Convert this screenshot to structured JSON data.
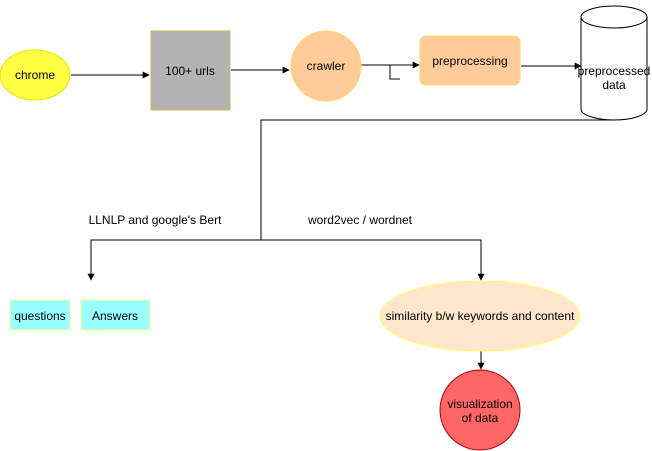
{
  "nodes": {
    "chrome": {
      "label": "chrome",
      "fill": "#ffff44",
      "stroke": "#e6e600"
    },
    "urls": {
      "label": "100+ urls",
      "fill": "#b3b3b3",
      "stroke": "#d6b656"
    },
    "crawler": {
      "label": "crawler",
      "fill": "#ffcc99",
      "stroke": "#ffd966"
    },
    "preprocessing": {
      "label": "preprocessing",
      "fill": "#ffcc99",
      "stroke": "#ffd966"
    },
    "preprocessed_data": {
      "label_line1": "preprocessed",
      "label_line2": "data",
      "fill": "#ffffff",
      "stroke": "#000000"
    },
    "questions": {
      "label": "questions",
      "fill": "#99ffff",
      "stroke": "#ffff88"
    },
    "answers": {
      "label": "Answers",
      "fill": "#99ffff",
      "stroke": "#ffff88"
    },
    "similarity": {
      "label": "similarity b/w keywords and content",
      "fill": "#ffe6cc",
      "stroke": "#ffff66"
    },
    "visualization": {
      "label_line1": "visualization",
      "label_line2": "of data",
      "fill": "#ff6666",
      "stroke": "#b30000"
    }
  },
  "edge_labels": {
    "bert": "LLNLP and google's Bert",
    "word2vec": "word2vec / wordnet"
  },
  "colors": {
    "edge": "#000000"
  }
}
